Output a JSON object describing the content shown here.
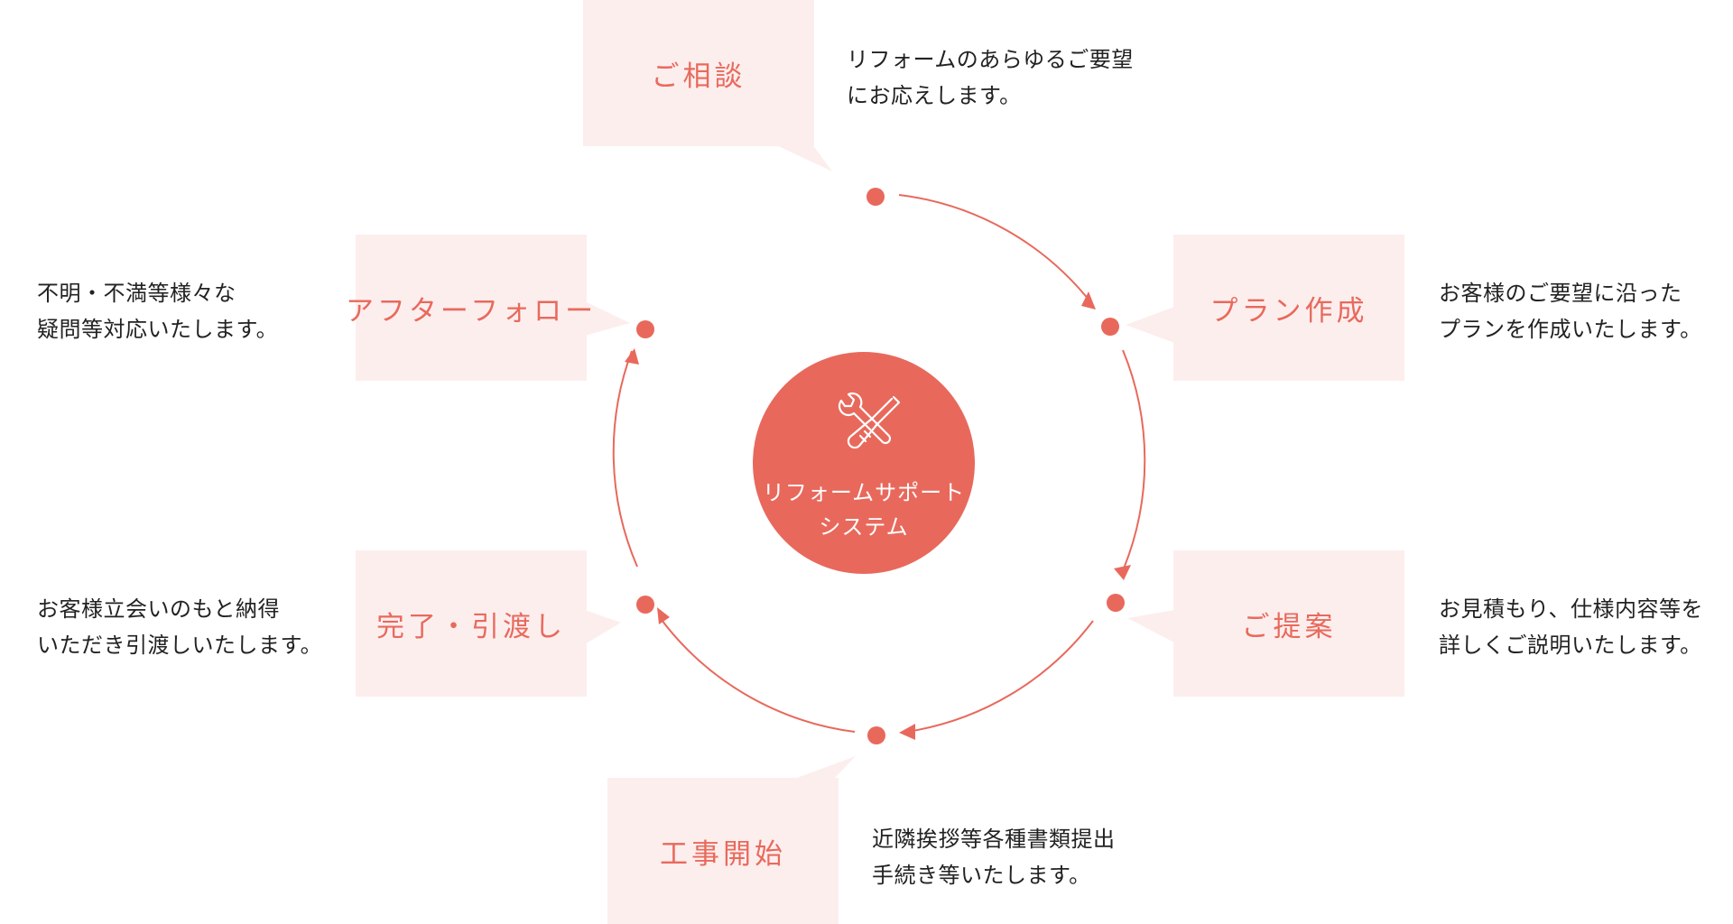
{
  "center": {
    "icon": "tools-icon",
    "title_line1": "リフォームサポート",
    "title_line2": "システム"
  },
  "colors": {
    "accent": "#e8695c",
    "box_bg": "#fdeeee",
    "text": "#222222"
  },
  "steps": [
    {
      "label": "ご相談",
      "desc": [
        "リフォームのあらゆるご要望",
        "にお応えします。"
      ]
    },
    {
      "label": "プラン作成",
      "desc": [
        "お客様のご要望に沿った",
        "プランを作成いたします。"
      ]
    },
    {
      "label": "ご提案",
      "desc": [
        "お見積もり、仕様内容等を",
        "詳しくご説明いたします。"
      ]
    },
    {
      "label": "工事開始",
      "desc": [
        "近隣挨拶等各種書類提出",
        "手続き等いたします。"
      ]
    },
    {
      "label": "完了・引渡し",
      "desc": [
        "お客様立会いのもと納得",
        "いただき引渡しいたします。"
      ]
    },
    {
      "label": "アフターフォロー",
      "desc": [
        "不明・不満等様々な",
        "疑問等対応いたします。"
      ]
    }
  ]
}
